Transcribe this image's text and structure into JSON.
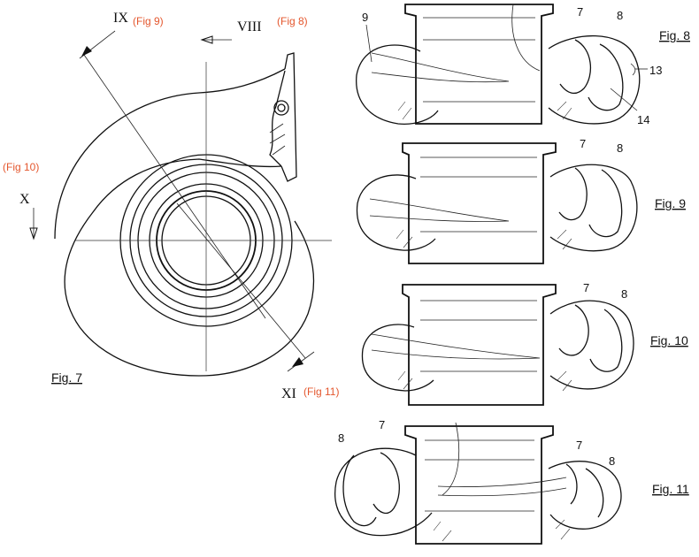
{
  "colors": {
    "line": "#111111",
    "annotation": "#e4572e"
  },
  "fig7": {
    "caption": "Fig. 7",
    "sections": [
      {
        "roman": "IX",
        "ref": "(Fig 9)"
      },
      {
        "roman": "VIII",
        "ref": "(Fig 8)"
      },
      {
        "roman": "X",
        "ref": "(Fig 10)"
      },
      {
        "roman": "XI",
        "ref": "(Fig 11)"
      }
    ]
  },
  "fig8": {
    "caption": "Fig. 8",
    "callouts": [
      "9",
      "7",
      "8",
      "13",
      "14"
    ]
  },
  "fig9": {
    "caption": "Fig. 9",
    "callouts": [
      "7",
      "8"
    ]
  },
  "fig10": {
    "caption": "Fig. 10",
    "callouts": [
      "7",
      "8"
    ]
  },
  "fig11": {
    "caption": "Fig. 11",
    "callouts": [
      "8",
      "7",
      "7",
      "8"
    ]
  }
}
